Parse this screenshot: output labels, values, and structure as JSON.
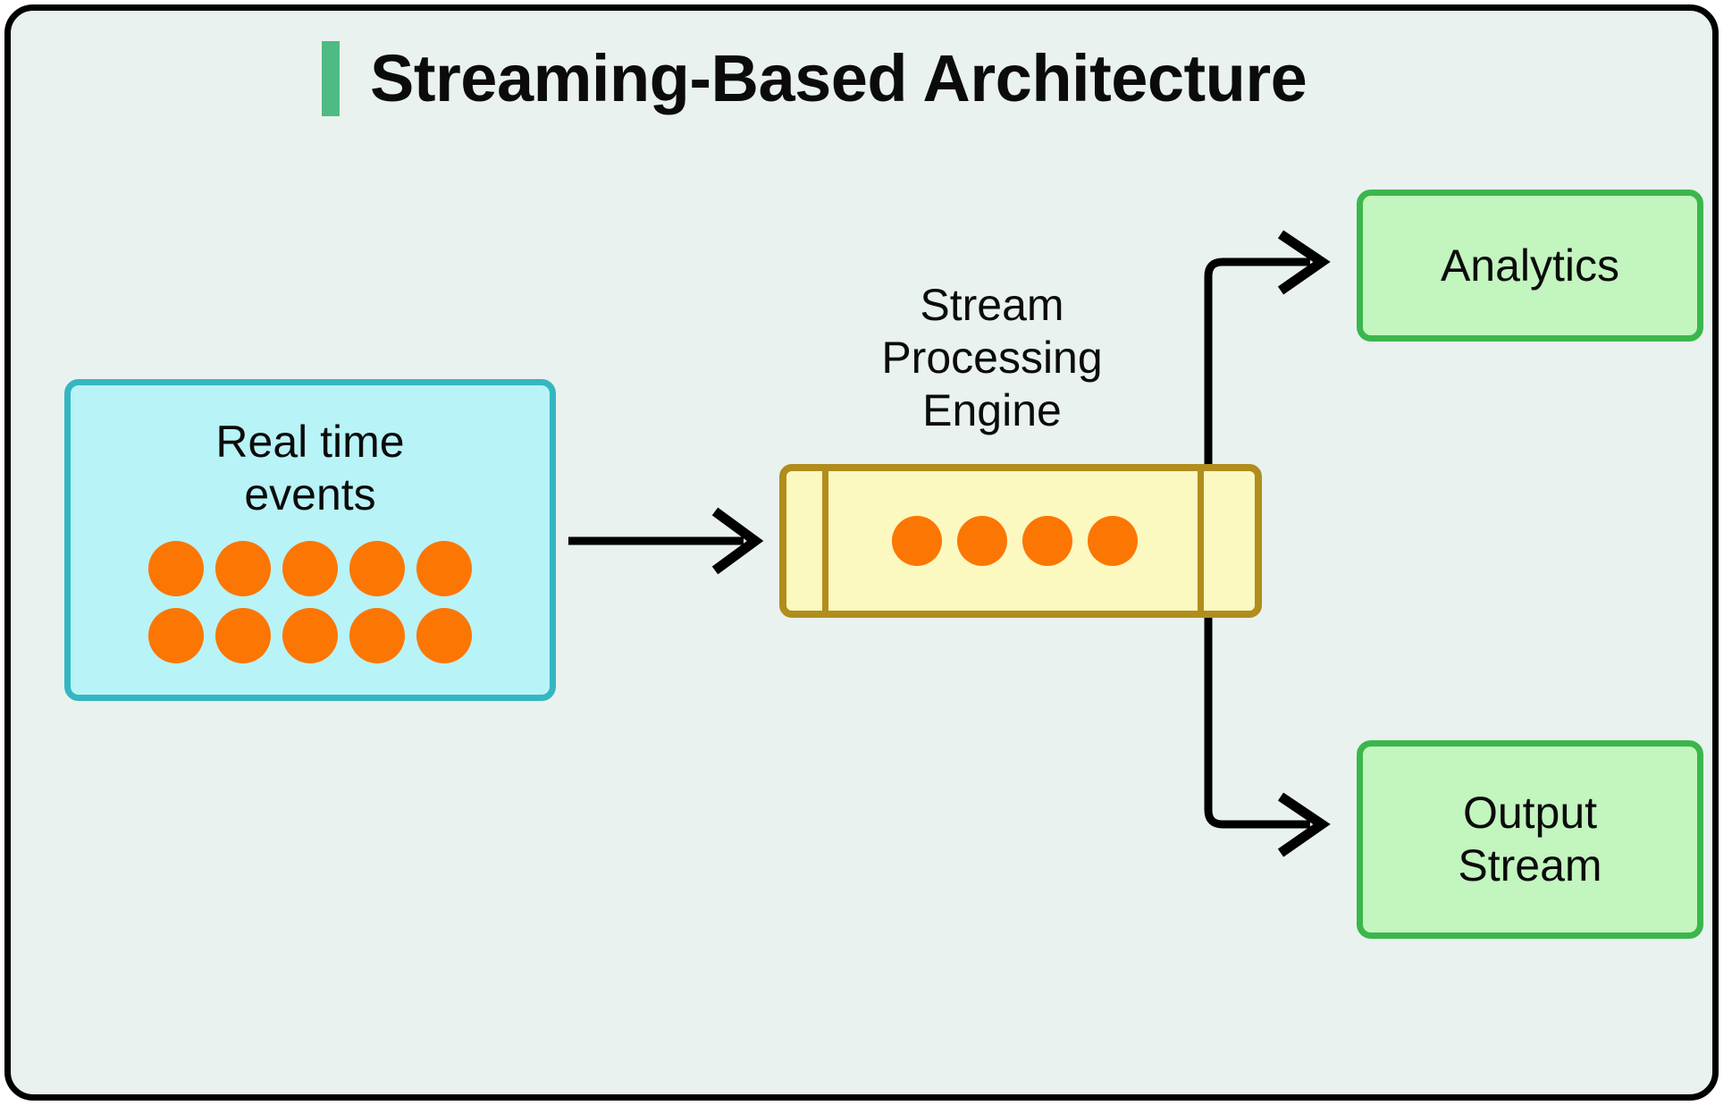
{
  "diagram": {
    "title": "Streaming-Based Architecture",
    "accent_color": "#4fbb82",
    "background_color": "#e9f2ef",
    "frame_border_color": "#000000",
    "source": {
      "label_line1": "Real time",
      "label_line2": "events",
      "fill_color": "#b8f3f7",
      "border_color": "#35b6c2",
      "dot_color": "#fc7604",
      "dot_rows": 2,
      "dot_columns": 5,
      "dot_count": 10
    },
    "engine": {
      "label_line1": "Stream",
      "label_line2": "Processing",
      "label_line3": "Engine",
      "fill_color": "#fbf8c0",
      "border_color": "#b08d1c",
      "dot_color": "#fc7604",
      "dot_count": 4,
      "divider_count": 2
    },
    "targets": [
      {
        "id": "analytics",
        "label_line1": "Analytics",
        "label_line2": "",
        "fill_color": "#c3f5bf",
        "border_color": "#3cb64c"
      },
      {
        "id": "output-stream",
        "label_line1": "Output",
        "label_line2": "Stream",
        "fill_color": "#c3f5bf",
        "border_color": "#3cb64c"
      }
    ],
    "connectors": [
      {
        "id": "source-to-engine",
        "from": "Real time events",
        "to": "Stream Processing Engine",
        "style": "straight-arrow"
      },
      {
        "id": "engine-to-analytics",
        "from": "Stream Processing Engine",
        "to": "Analytics",
        "style": "elbow-arrow-up"
      },
      {
        "id": "engine-to-output",
        "from": "Stream Processing Engine",
        "to": "Output Stream",
        "style": "elbow-arrow-down"
      }
    ]
  }
}
